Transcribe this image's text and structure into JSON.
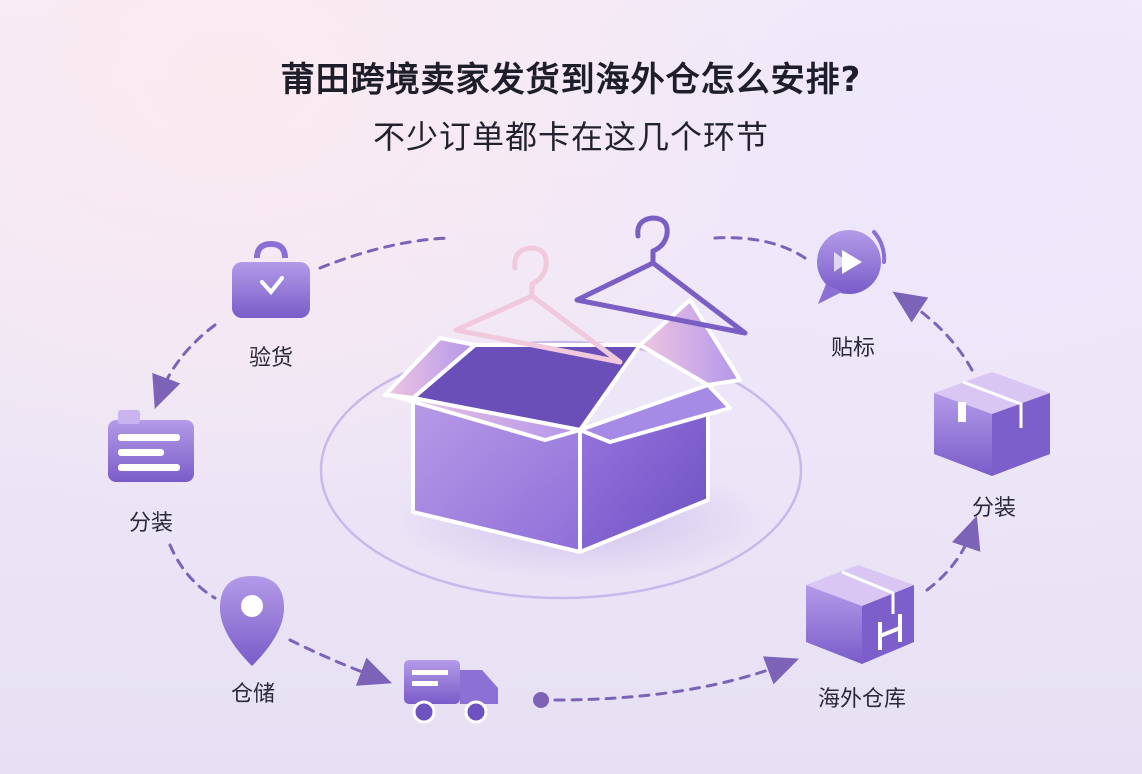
{
  "title": "莆田跨境卖家发货到海外仓怎么安排?",
  "subtitle": "不少订单都卡在这几个环节",
  "steps": {
    "inspect": "验货",
    "pack_left": "分装",
    "storage": "仓储",
    "overseas": "海外仓库",
    "pack_right": "分装",
    "label": "贴标"
  },
  "colors": {
    "accent": "#8c6fd6",
    "accent_dark": "#6a4fb5",
    "dash": "#7d63b8"
  }
}
